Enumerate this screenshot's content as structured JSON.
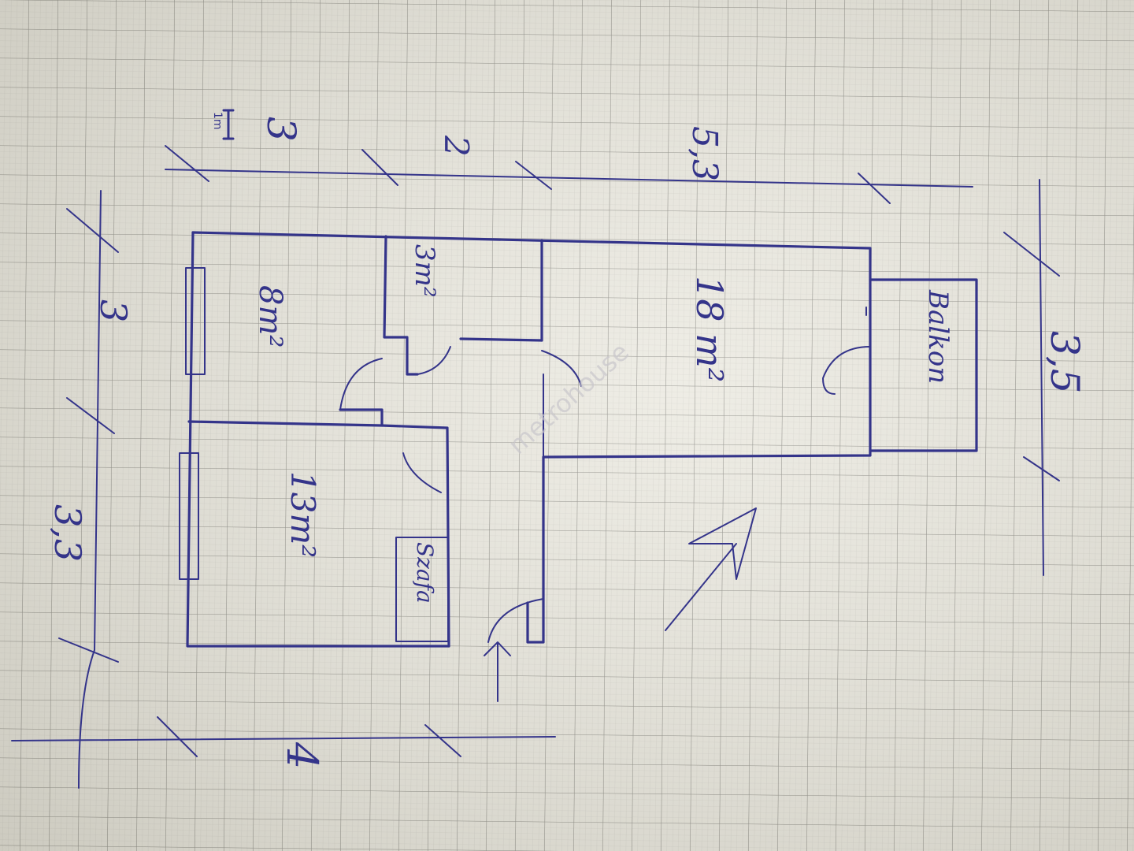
{
  "plan": {
    "scale_label": "1m",
    "dimensions": {
      "top_left": "3",
      "top_middle": "2",
      "top_right": "5,3",
      "left_upper": "3",
      "left_lower": "3,3",
      "right": "3,5",
      "bottom": "4"
    },
    "rooms": {
      "room_small_left": "8m²",
      "room_bathroom": "3m²",
      "room_living": "18 m²",
      "room_bedroom": "13m²",
      "balcony": "Balkon",
      "wardrobe": "Szafa"
    },
    "watermark": "metrohouse",
    "ink_color": "#34348a",
    "paper_color": "#e9e7dd"
  }
}
